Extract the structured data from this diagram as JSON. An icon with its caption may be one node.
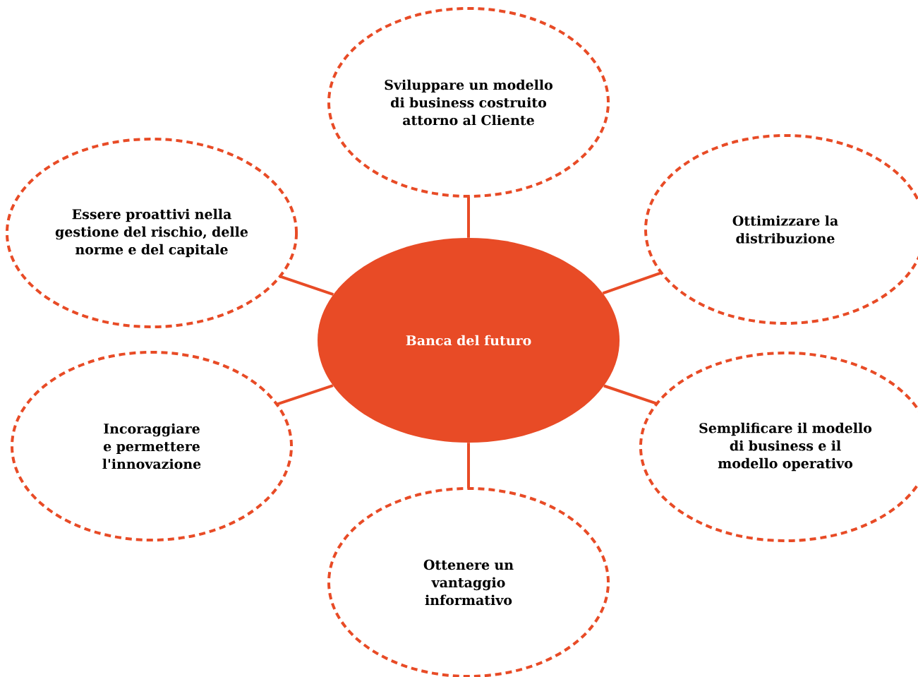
{
  "diagram": {
    "nodes": [
      {
        "text": [
          "Sviluppare un modello di business costruito attorno al Cliente"
        ]
      },
      {
        "text": [
          "Essere proattivi nella gestione del rischio, delle norme e del capitale"
        ]
      },
      {
        "text": [
          "Ottimizzare la distribuzione"
        ]
      },
      {
        "text": [
          "Banca del futuro"
        ]
      },
      {
        "text": [
          "Incoraggiare e permettere l'innovazione"
        ]
      },
      {
        "text": [
          "Semplificare il modello di business e il modello operativo"
        ]
      },
      {
        "text": [
          "Ottenere un vantaggio informativo"
        ]
      }
    ],
    "edges": [
      {
        "from": 3,
        "to": 0,
        "arrow": "none"
      },
      {
        "from": 3,
        "to": 1,
        "arrow": "none"
      },
      {
        "from": 3,
        "to": 2,
        "arrow": "none"
      },
      {
        "from": 3,
        "to": 4,
        "arrow": "none"
      },
      {
        "from": 3,
        "to": 5,
        "arrow": "none"
      },
      {
        "from": 3,
        "to": 6,
        "arrow": "none"
      }
    ]
  }
}
